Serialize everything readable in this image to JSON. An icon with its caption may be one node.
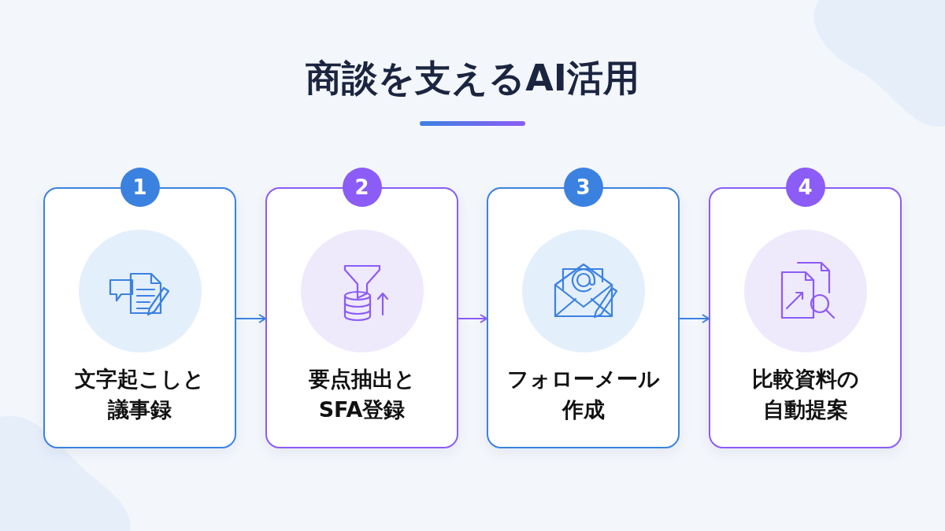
{
  "diagram": {
    "title": "商談を支えるAI活用",
    "nodes": [
      {
        "text": [
          "1",
          "文字起こしと議事録"
        ]
      },
      {
        "text": [
          "2",
          "要点抽出とSFA登録"
        ]
      },
      {
        "text": [
          "3",
          "フォローメール作成"
        ]
      },
      {
        "text": [
          "4",
          "比較資料の自動提案"
        ]
      }
    ],
    "edges": [
      {
        "from": 0,
        "to": 1,
        "arrow": "to"
      },
      {
        "from": 1,
        "to": 2,
        "arrow": "to",
        "color": "#8b5cf6"
      },
      {
        "from": 2,
        "to": 3,
        "arrow": "to"
      }
    ]
  }
}
